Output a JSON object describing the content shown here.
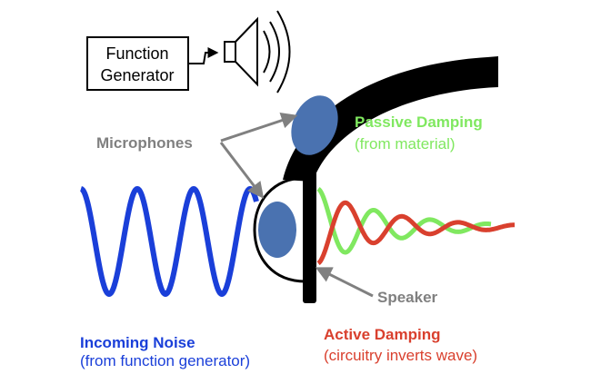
{
  "function_generator": {
    "line1": "Function",
    "line2": "Generator"
  },
  "labels": {
    "microphones": "Microphones",
    "speaker": "Speaker",
    "passive_title": "Passive Damping",
    "passive_sub": "(from material)",
    "incoming_title": "Incoming Noise",
    "incoming_sub": "(from function generator)",
    "active_title": "Active Damping",
    "active_sub": "(circuitry inverts wave)"
  },
  "colors": {
    "incoming": "#1a3fd9",
    "passive": "#80e860",
    "active": "#d9402e",
    "microphone": "#4a72b0",
    "label_gray": "#808080",
    "outline": "#000000"
  },
  "icons": {
    "loudspeaker": "speaker-icon",
    "sound_waves": "sound-waves-icon"
  }
}
